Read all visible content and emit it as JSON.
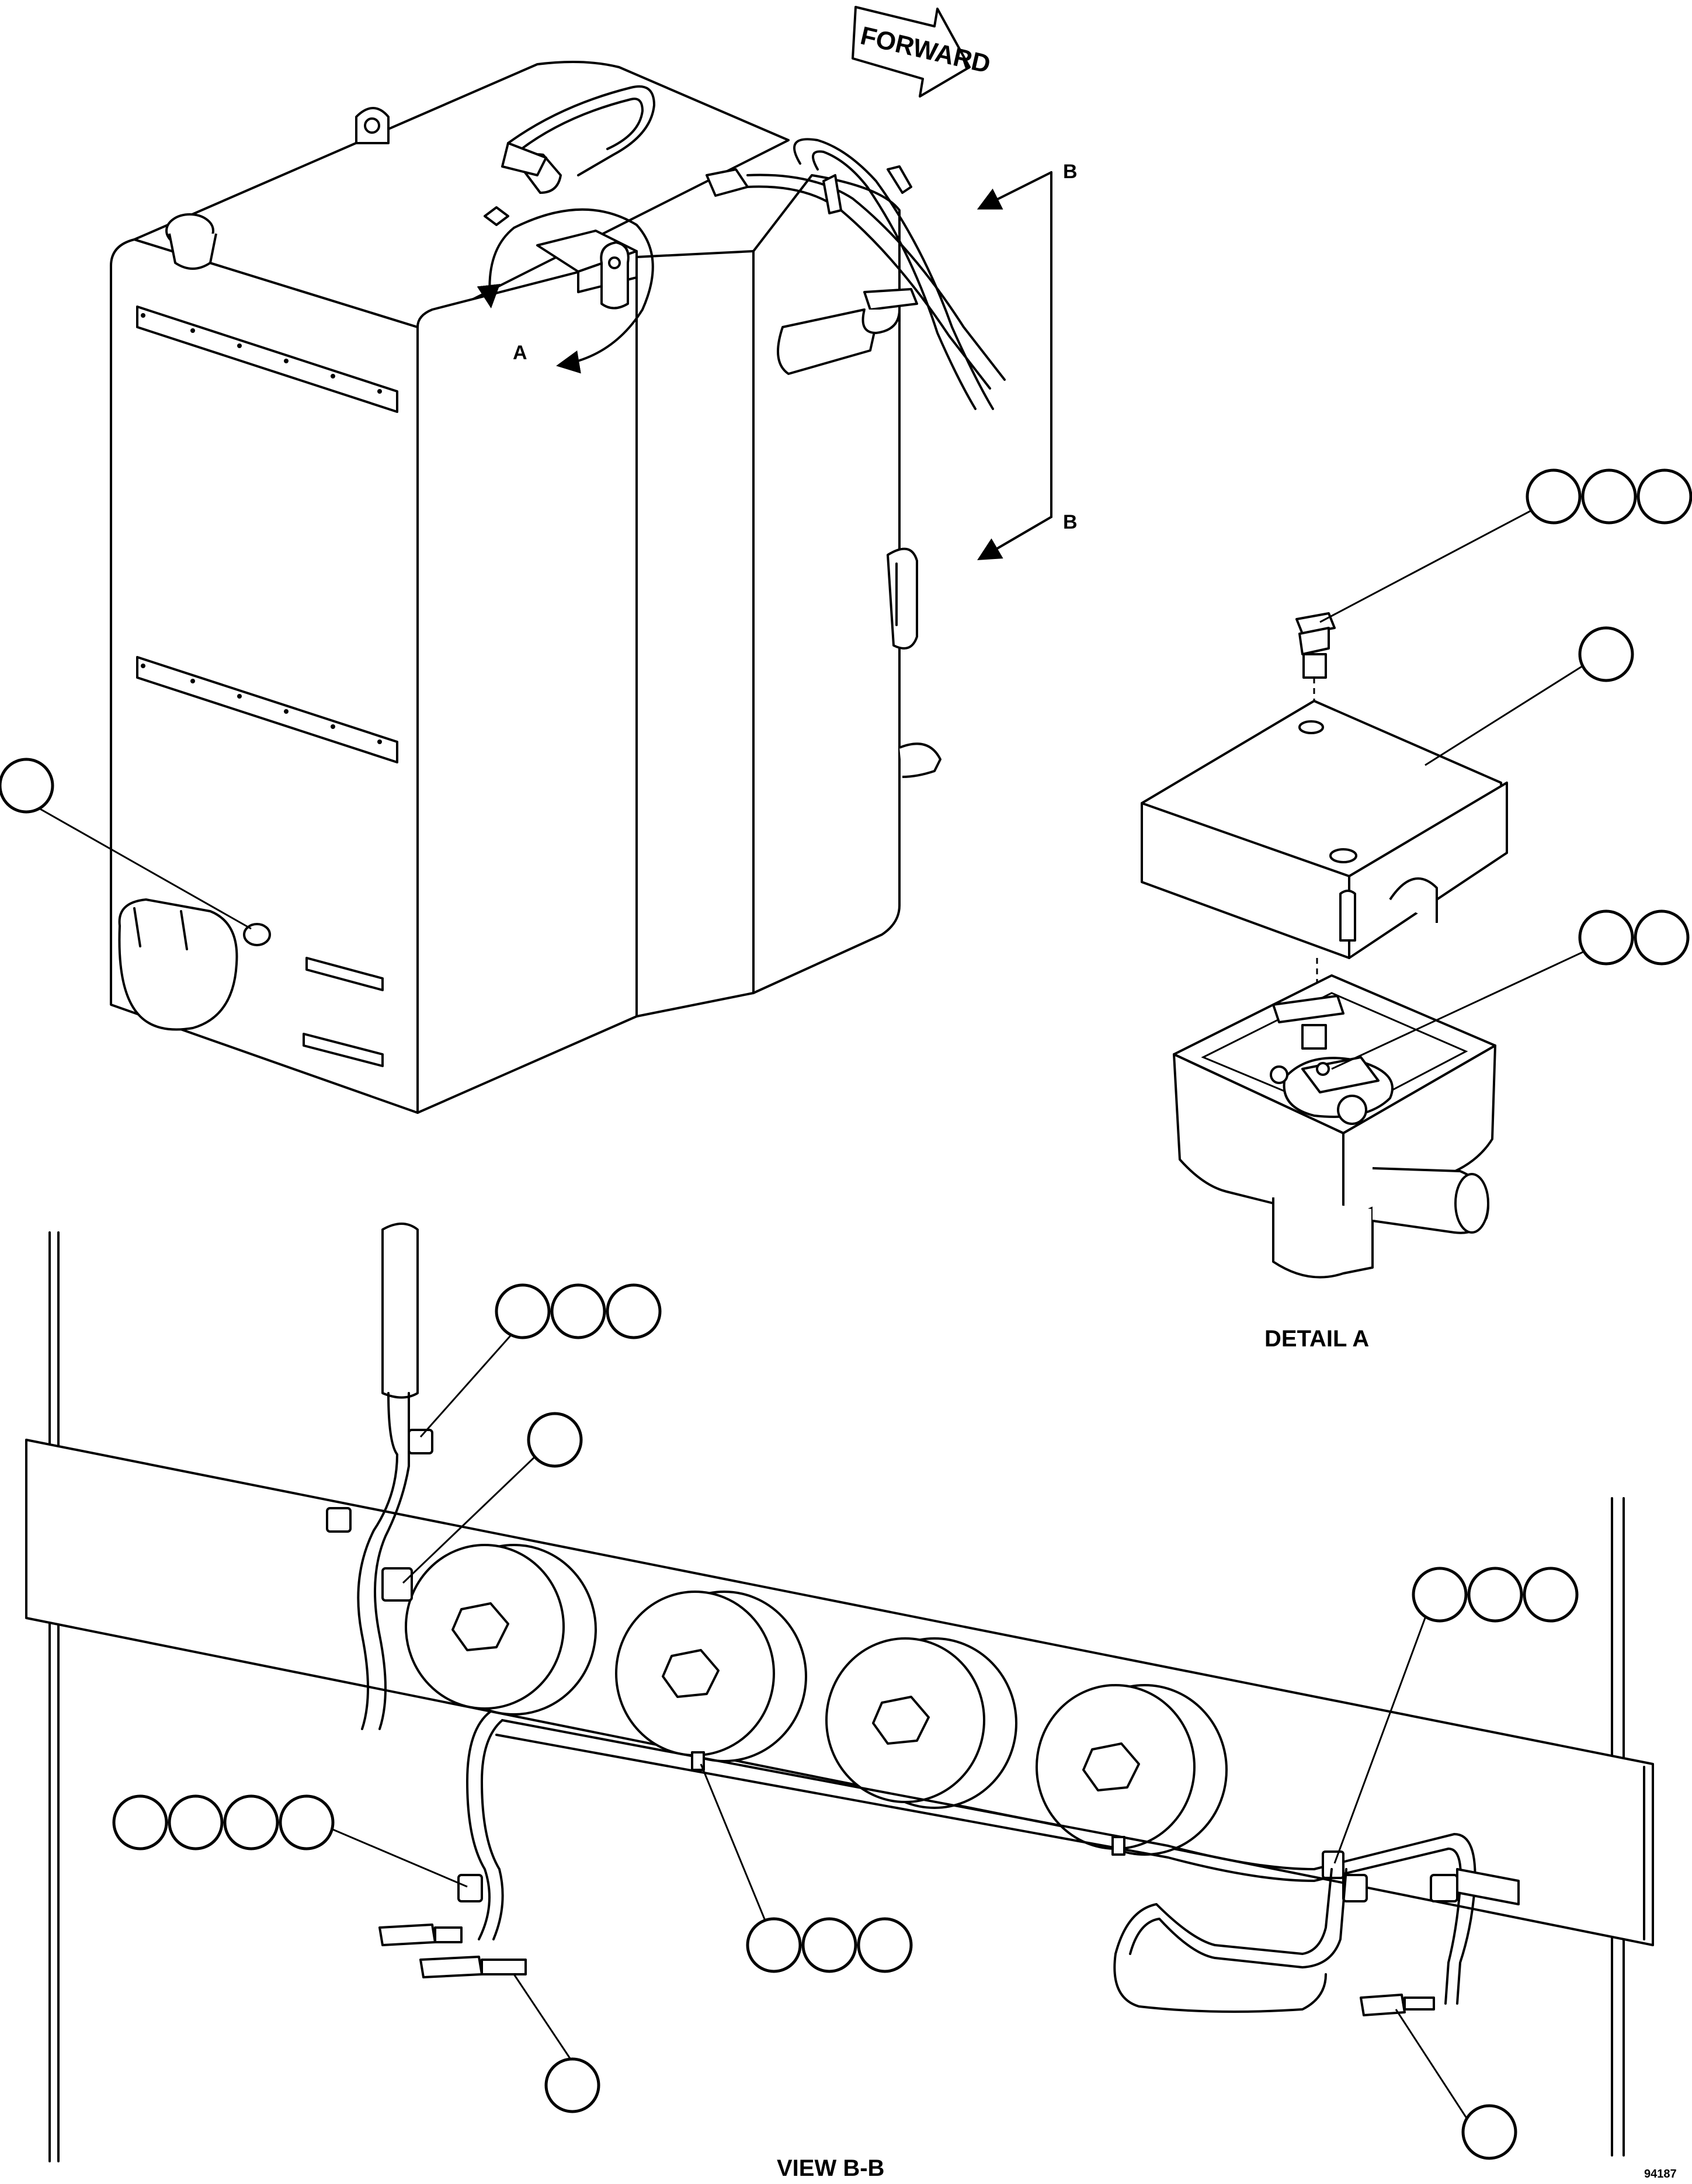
{
  "labels": {
    "forward": "FORWARD",
    "section_marker_top": "B",
    "section_marker_bottom": "B",
    "detail_callout": "A",
    "detail_title": "DETAIL A",
    "view_title": "VIEW B-B",
    "drawing_number": "94187"
  },
  "callouts": {
    "tank_left": 1,
    "detail_bolt": 3,
    "detail_cover": 1,
    "detail_sender": 2,
    "view_upper_clip": 3,
    "view_connector": 1,
    "view_right_clip": 3,
    "view_left_clip": 4,
    "view_center_clip": 3,
    "view_bottom_plug": 1,
    "view_right_plug": 1
  }
}
